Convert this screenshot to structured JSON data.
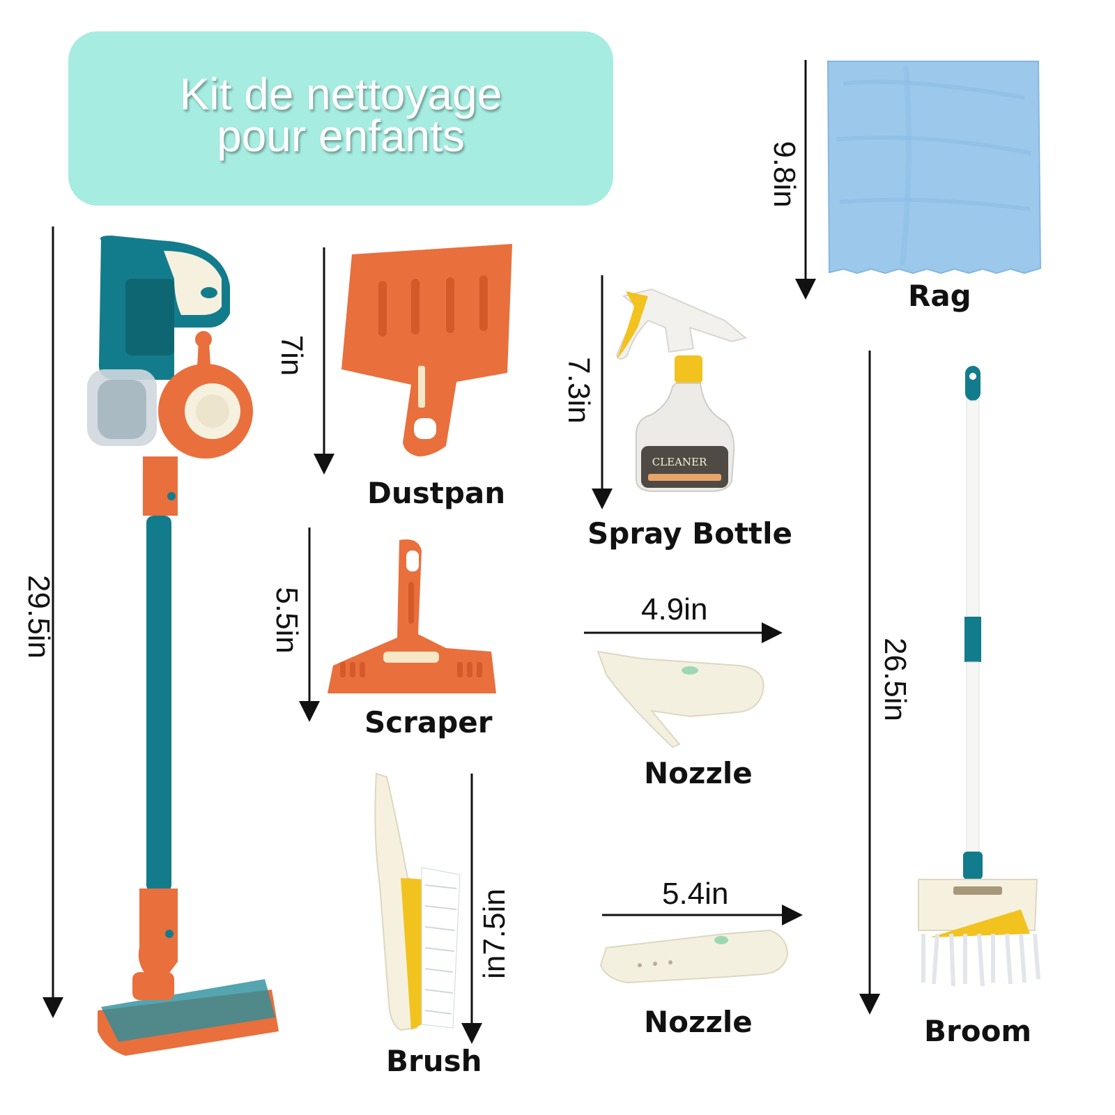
{
  "title": {
    "line1": "Kit de nettoyage",
    "line2": "pour enfants"
  },
  "items": {
    "rag": {
      "label": "Rag",
      "size": "9.8in"
    },
    "dustpan": {
      "label": "Dustpan",
      "size": "7in"
    },
    "spray_bottle": {
      "label": "Spray Bottle",
      "size": "7.3in",
      "bottle_text": "CLEANER"
    },
    "vacuum": {
      "size": "29.5in"
    },
    "scraper": {
      "label": "Scraper",
      "size": "5.5in"
    },
    "nozzle_1": {
      "label": "Nozzle",
      "size": "4.9in"
    },
    "broom": {
      "label": "Broom",
      "size": "26.5in"
    },
    "brush": {
      "label": "Brush",
      "size": "in7.5in"
    },
    "nozzle_2": {
      "label": "Nozzle",
      "size": "5.4in"
    }
  },
  "colors": {
    "banner": "#a6ece1",
    "teal": "#137c8c",
    "orange": "#e96f3c",
    "rag_blue": "#9cc8ec",
    "cream": "#f6f1df",
    "yellow": "#f2c21f"
  }
}
